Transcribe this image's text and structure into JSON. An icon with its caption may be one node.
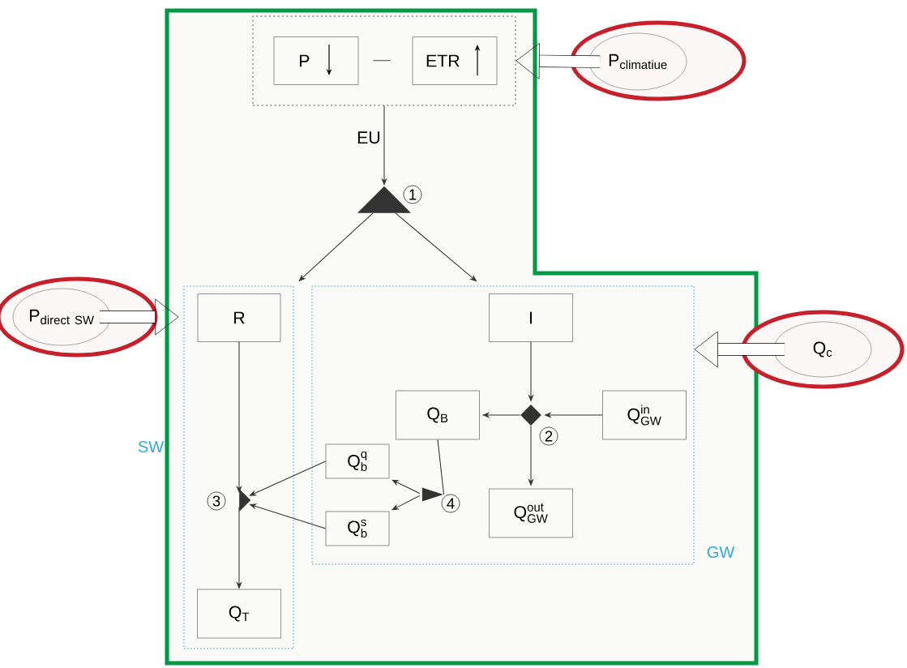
{
  "diagram": {
    "nodes": [
      {
        "text": [],
        "shape": "box"
      },
      {
        "text": [
          "P"
        ],
        "in": 0
      },
      {
        "text": [
          "ETR"
        ],
        "in": 0
      },
      {
        "text": [
          "\\mathrm{P}_{\\mathrm{climatiue}}"
        ]
      },
      {
        "text": [],
        "shape": "triangle",
        "beside": [
          "1"
        ]
      },
      {
        "text": [
          "SW"
        ]
      },
      {
        "text": [
          "R"
        ],
        "in": 5
      },
      {
        "text": [],
        "shape": "triangle",
        "in": 5,
        "beside": [
          "3"
        ]
      },
      {
        "text": [
          "\\mathrm{Q}_{\\mathrm{T}}"
        ],
        "in": 5
      },
      {
        "text": [
          "GW"
        ]
      },
      {
        "text": [
          "I"
        ],
        "in": 9
      },
      {
        "text": [],
        "shape": "diamond",
        "in": 9,
        "beside": [
          "2"
        ]
      },
      {
        "text": [
          "\\mathrm{Q}_{\\mathrm{B}}"
        ],
        "in": 9
      },
      {
        "text": [
          "\\mathrm{Q}^{\\mathrm{in}}_{\\mathrm{GW}}"
        ],
        "in": 9
      },
      {
        "text": [
          "\\mathrm{Q}^{\\mathrm{out}}_{\\mathrm{GW}}"
        ],
        "in": 9
      },
      {
        "text": [],
        "shape": "triangle",
        "in": 9,
        "beside": [
          "4"
        ]
      },
      {
        "text": [
          "\\mathrm{Q}^{\\mathrm{q}}_{\\mathrm{b}}"
        ],
        "in": 9
      },
      {
        "text": [
          "\\mathrm{Q}^{\\mathrm{s}}_{\\mathrm{b}}"
        ],
        "in": 9
      },
      {
        "text": [
          "\\mathrm{P}_{\\mathrm{direct\\ SW}}"
        ]
      },
      {
        "text": [
          "\\mathrm{Q}_{\\mathrm{c}}"
        ]
      }
    ],
    "edges": [
      {
        "from": 3,
        "to": 0,
        "arrow": "to",
        "style": "thick"
      },
      {
        "from": 0,
        "to": 4,
        "arrow": "to",
        "label": "EU"
      },
      {
        "from": 4,
        "to": 5,
        "arrow": "to"
      },
      {
        "from": 4,
        "to": 9,
        "arrow": "to"
      },
      {
        "from": 18,
        "to": 5,
        "arrow": "to",
        "style": "thick"
      },
      {
        "from": 19,
        "to": 9,
        "arrow": "to",
        "style": "thick"
      },
      {
        "from": 6,
        "to": 7,
        "arrow": "to"
      },
      {
        "from": 16,
        "to": 7,
        "arrow": "to"
      },
      {
        "from": 17,
        "to": 7,
        "arrow": "to"
      },
      {
        "from": 7,
        "to": 8,
        "arrow": "to"
      },
      {
        "from": 10,
        "to": 11,
        "arrow": "to"
      },
      {
        "from": 13,
        "to": 11,
        "arrow": "to"
      },
      {
        "from": 11,
        "to": 12,
        "arrow": "to"
      },
      {
        "from": 11,
        "to": 14,
        "arrow": "to"
      },
      {
        "from": 12,
        "to": 15,
        "arrow": "none"
      },
      {
        "from": 15,
        "to": 16,
        "arrow": "to"
      },
      {
        "from": 15,
        "to": 17,
        "arrow": "to"
      }
    ],
    "labels": [
      "—"
    ]
  }
}
